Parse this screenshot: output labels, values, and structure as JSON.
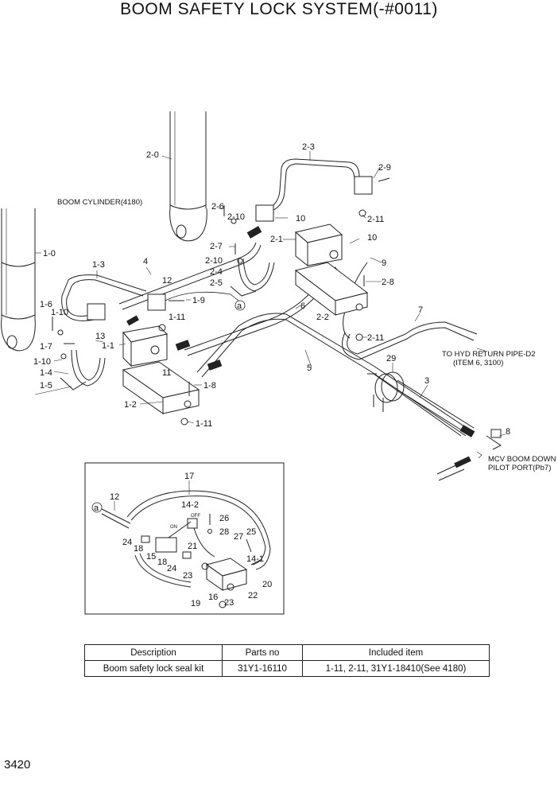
{
  "title": "BOOM SAFETY LOCK SYSTEM(-#0011)",
  "page_number": "3420",
  "notes": {
    "boom_cylinder": "BOOM CYLINDER(4180)",
    "hyd_return_1": "TO HYD RETURN PIPE-D2",
    "hyd_return_2": "(ITEM 6, 3100)",
    "mcv_1": "MCV BOOM DOWN",
    "mcv_2": "PILOT PORT(Pb7)",
    "on": "ON",
    "off": "OFF"
  },
  "callouts": {
    "c2_0": "2-0",
    "c2_3": "2-3",
    "c2_9": "2-9",
    "c2_6": "2-6",
    "c2_10a": "2-10",
    "c10a": "10",
    "c2_11a": "2-11",
    "c2_1": "2-1",
    "c10b": "10",
    "c9": "9",
    "c2_7": "2-7",
    "c2_10b": "2-10",
    "c2_4": "2-4",
    "c2_5": "2-5",
    "c2_8": "2-8",
    "c1_0": "1-0",
    "c1_3": "1-3",
    "c4": "4",
    "c12": "12",
    "c1_9": "1-9",
    "ca": "a",
    "c6": "6",
    "c2_2": "2-2",
    "c7": "7",
    "c1_6": "1-6",
    "c1_10a": "1-10",
    "c1_11a": "1-11",
    "c13": "13",
    "c1_1": "1-1",
    "c1_7": "1-7",
    "c1_10b": "1-10",
    "c1_4": "1-4",
    "c1_5": "1-5",
    "c11": "11",
    "c2_11b": "2-11",
    "c5": "5",
    "c29": "29",
    "c3": "3",
    "c1_8": "1-8",
    "c1_2": "1-2",
    "c1_11b": "1-11",
    "c8": "8"
  },
  "detail_callouts": {
    "d17": "17",
    "d12": "12",
    "da": "a",
    "d14_2": "14-2",
    "d26": "26",
    "d28": "28",
    "d25": "25",
    "d27": "27",
    "d24a": "24",
    "d18a": "18",
    "d15": "15",
    "d21": "21",
    "d18b": "18",
    "d24b": "24",
    "d14_1": "14-1",
    "d23a": "23",
    "d20": "20",
    "d16": "16",
    "d22": "22",
    "d19": "19",
    "d23b": "23"
  },
  "table": {
    "headers": [
      "Description",
      "Parts no",
      "Included item"
    ],
    "rows": [
      [
        "Boom safety lock seal kit",
        "31Y1-16110",
        "1-11, 2-11,  31Y1-18410(See 4180)"
      ]
    ]
  }
}
